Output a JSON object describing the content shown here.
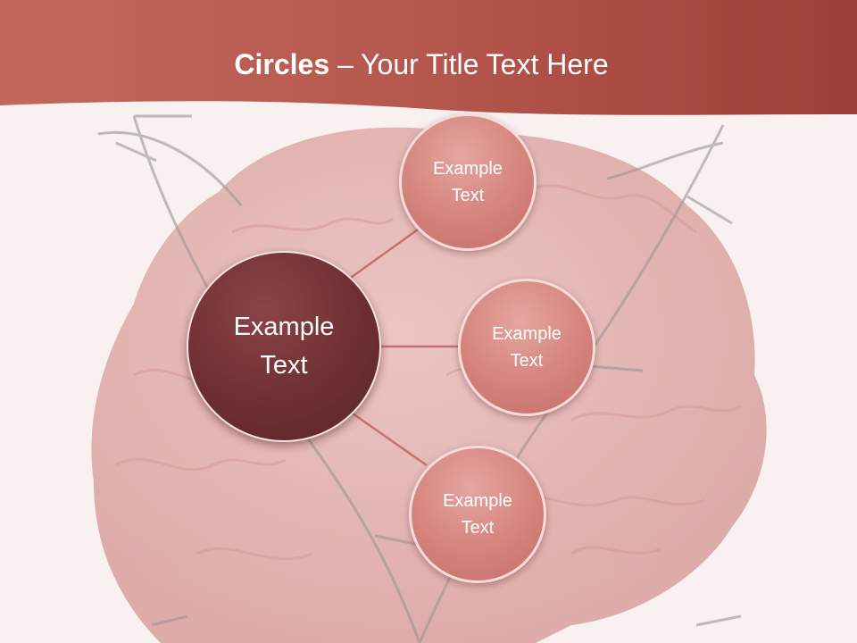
{
  "title": {
    "strong": "Circles",
    "rest": " – Your Title Text Here"
  },
  "diagram": {
    "center": {
      "label": "Example Text"
    },
    "satellites": [
      {
        "label": "Example Text"
      },
      {
        "label": "Example Text"
      },
      {
        "label": "Example Text"
      }
    ]
  },
  "colors": {
    "header_band": "#b4554c",
    "center_circle": "#6e2f32",
    "satellite_circle": "#d6857f",
    "connector": "#c9706a"
  }
}
